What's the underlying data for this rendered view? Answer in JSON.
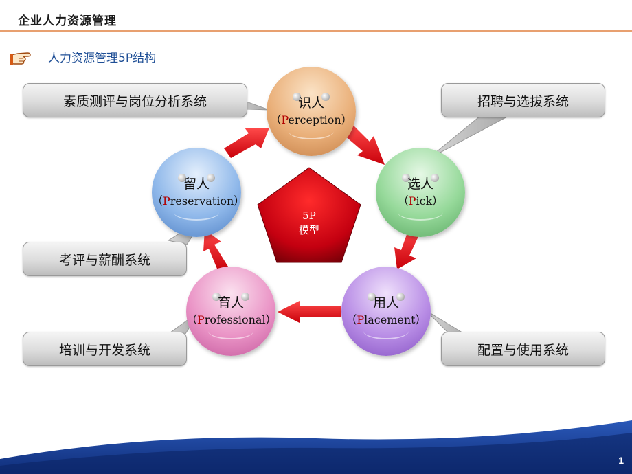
{
  "header": {
    "title": "企业人力资源管理"
  },
  "subtitle": "人力资源管理5P结构",
  "center": {
    "line1": "5P",
    "line2": "模型"
  },
  "nodes": {
    "perception": {
      "cn": "识人",
      "open": "（",
      "first": "P",
      "rest": "erception",
      "close": "）"
    },
    "pick": {
      "cn": "选人",
      "open": "（",
      "first": "P",
      "rest": "ick",
      "close": "）"
    },
    "placement": {
      "cn": "用人",
      "open": "（",
      "first": "P",
      "rest": "lacement",
      "close": "）"
    },
    "professional": {
      "cn": "育人",
      "open": "（",
      "first": "P",
      "rest": "rofessional",
      "close": "）"
    },
    "preservation": {
      "cn": "留人",
      "open": "（",
      "first": "P",
      "rest": "reservation",
      "close": "）"
    }
  },
  "callouts": {
    "quality": "素质测评与岗位分析系统",
    "recruit": "招聘与选拔系统",
    "appraisal": "考评与薪酬系统",
    "training": "培训与开发系统",
    "allocation": "配置与使用系统"
  },
  "page_number": "1",
  "colors": {
    "accent_rule": "#e8a070",
    "subtitle": "#1f4f96",
    "arrow": "#e8101a",
    "pentagon": "#b8000e",
    "footer_wave": "#1b3f9a"
  }
}
